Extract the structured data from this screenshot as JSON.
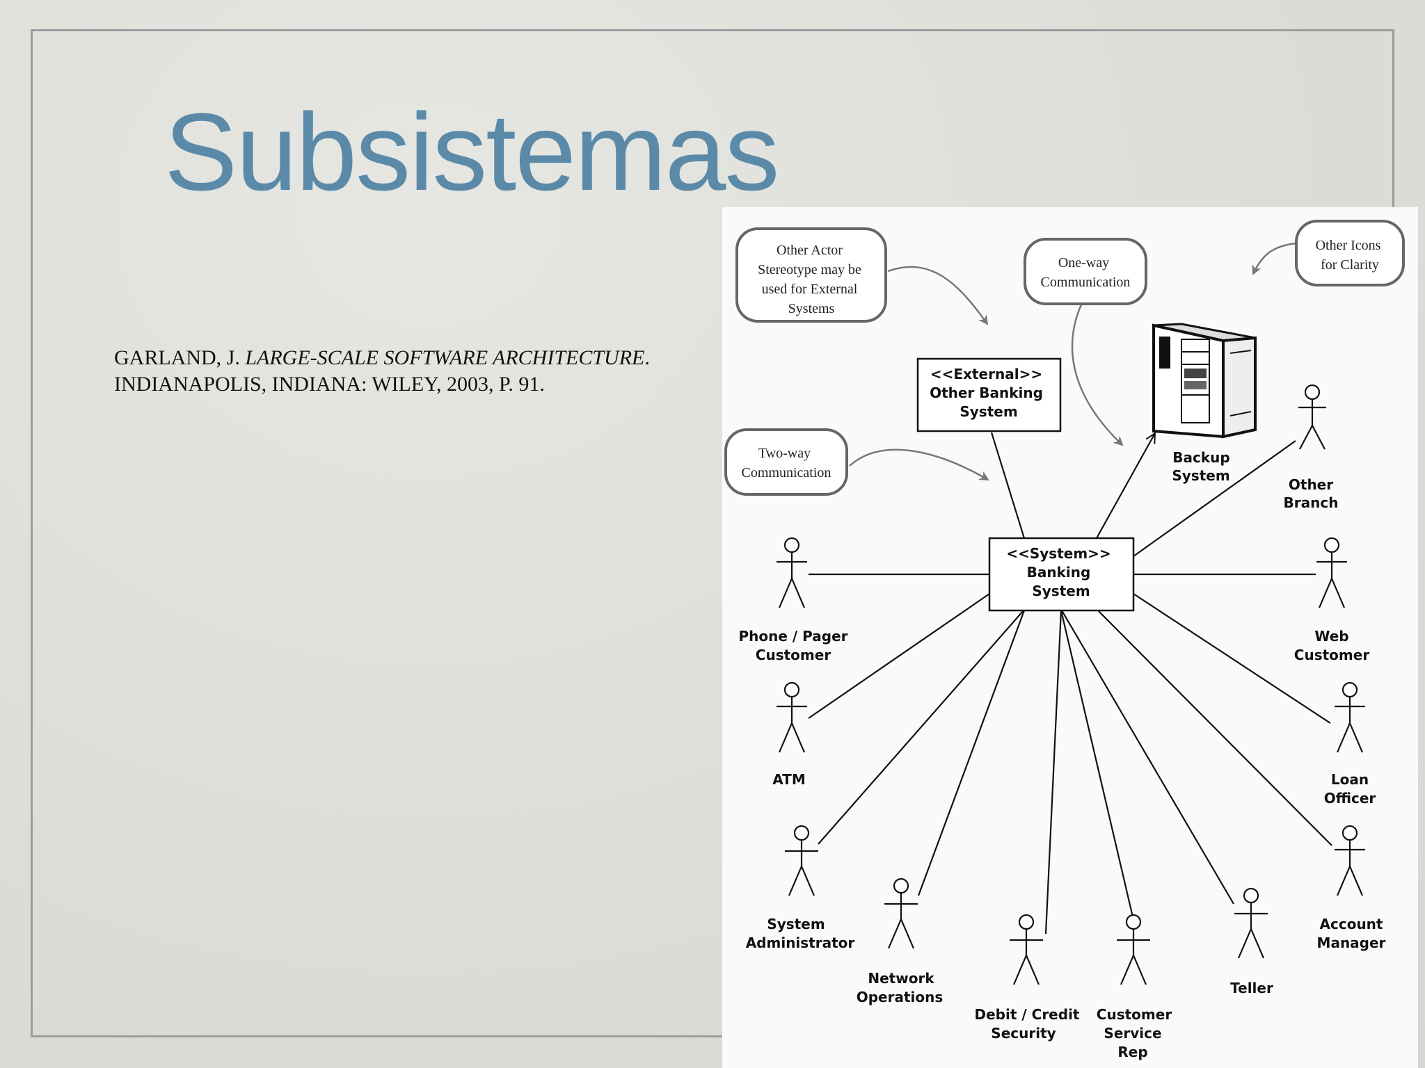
{
  "slide": {
    "title": "Subsistemas",
    "citation": {
      "author": "GARLAND, J. ",
      "work": "LARGE-SCALE SOFTWARE ARCHITECTURE",
      "after_work": ".",
      "line2": "INDIANAPOLIS, INDIANA: WILEY, 2003, P. 91."
    }
  },
  "diagram": {
    "notes": {
      "other_actor": [
        "Other Actor",
        "Stereotype may be",
        "used for External",
        "Systems"
      ],
      "one_way": [
        "One-way",
        "Communication"
      ],
      "other_icons": [
        "Other Icons",
        "for Clarity"
      ],
      "two_way": [
        "Two-way",
        "Communication"
      ]
    },
    "external_box": [
      "<<External>>",
      "Other Banking",
      "System"
    ],
    "system_box": [
      "<<System>>",
      "Banking",
      "System"
    ],
    "backup": [
      "Backup",
      "System"
    ],
    "actors": {
      "other_branch": [
        "Other",
        "Branch"
      ],
      "phone_pager": [
        "Phone / Pager",
        "Customer"
      ],
      "web_customer": [
        "Web",
        "Customer"
      ],
      "atm": [
        "ATM"
      ],
      "loan_officer": [
        "Loan",
        "Officer"
      ],
      "system_admin": [
        "System",
        "Administrator"
      ],
      "account_manager": [
        "Account",
        "Manager"
      ],
      "network_ops": [
        "Network",
        "Operations"
      ],
      "debit_credit": [
        "Debit / Credit",
        "Security"
      ],
      "customer_service": [
        "Customer",
        "Service",
        "Rep"
      ],
      "teller": [
        "Teller"
      ]
    }
  }
}
